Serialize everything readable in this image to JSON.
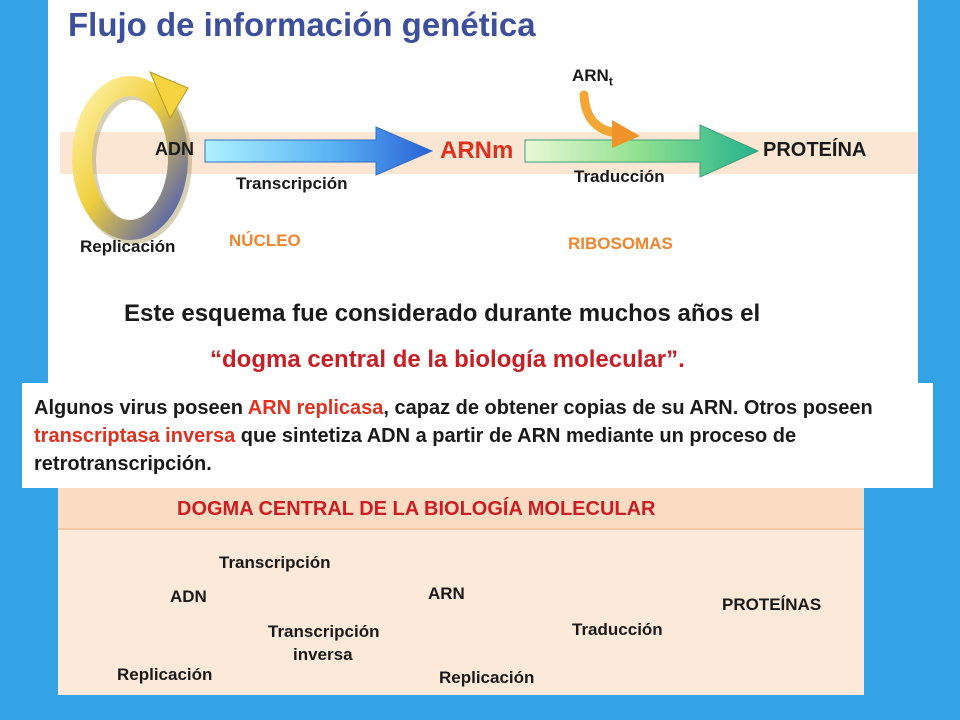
{
  "title": "Flujo de información genética",
  "flow": {
    "adn": "ADN",
    "arnm": "ARNm",
    "protein": "PROTEÍNA",
    "arnt_base": "ARN",
    "arnt_sub": "t",
    "transcription": "Transcripción",
    "translation": "Traducción",
    "replication": "Replicación",
    "nucleus": "NÚCLEO",
    "ribosomes": "RIBOSOMAS"
  },
  "statement": {
    "line1": "Este esquema fue considerado durante muchos años el",
    "line2": "“dogma central de la biología molecular”."
  },
  "note": {
    "p1": "Algunos virus poseen ",
    "h1": "ARN replicasa",
    "p2": ", capaz de obtener copias de su ARN. Otros poseen ",
    "h2": "transcriptasa inversa",
    "p3": " que sintetiza ADN a partir de ARN mediante un proceso de retrotranscripción."
  },
  "dogma": {
    "title": "DOGMA CENTRAL DE LA BIOLOGÍA MOLECULAR",
    "adn": "ADN",
    "arn": "ARN",
    "proteins": "PROTEÍNAS",
    "transcription": "Transcripción",
    "reverse_line1": "Transcripción",
    "reverse_line2": "inversa",
    "translation": "Traducción",
    "replication_left": "Replicación",
    "replication_right": "Replicación"
  },
  "colors": {
    "background": "#33a3e6",
    "title": "#3e4f9b",
    "highlight_red": "#e0301e",
    "label_orange": "#f2842b",
    "band": "#fbe6d4"
  }
}
